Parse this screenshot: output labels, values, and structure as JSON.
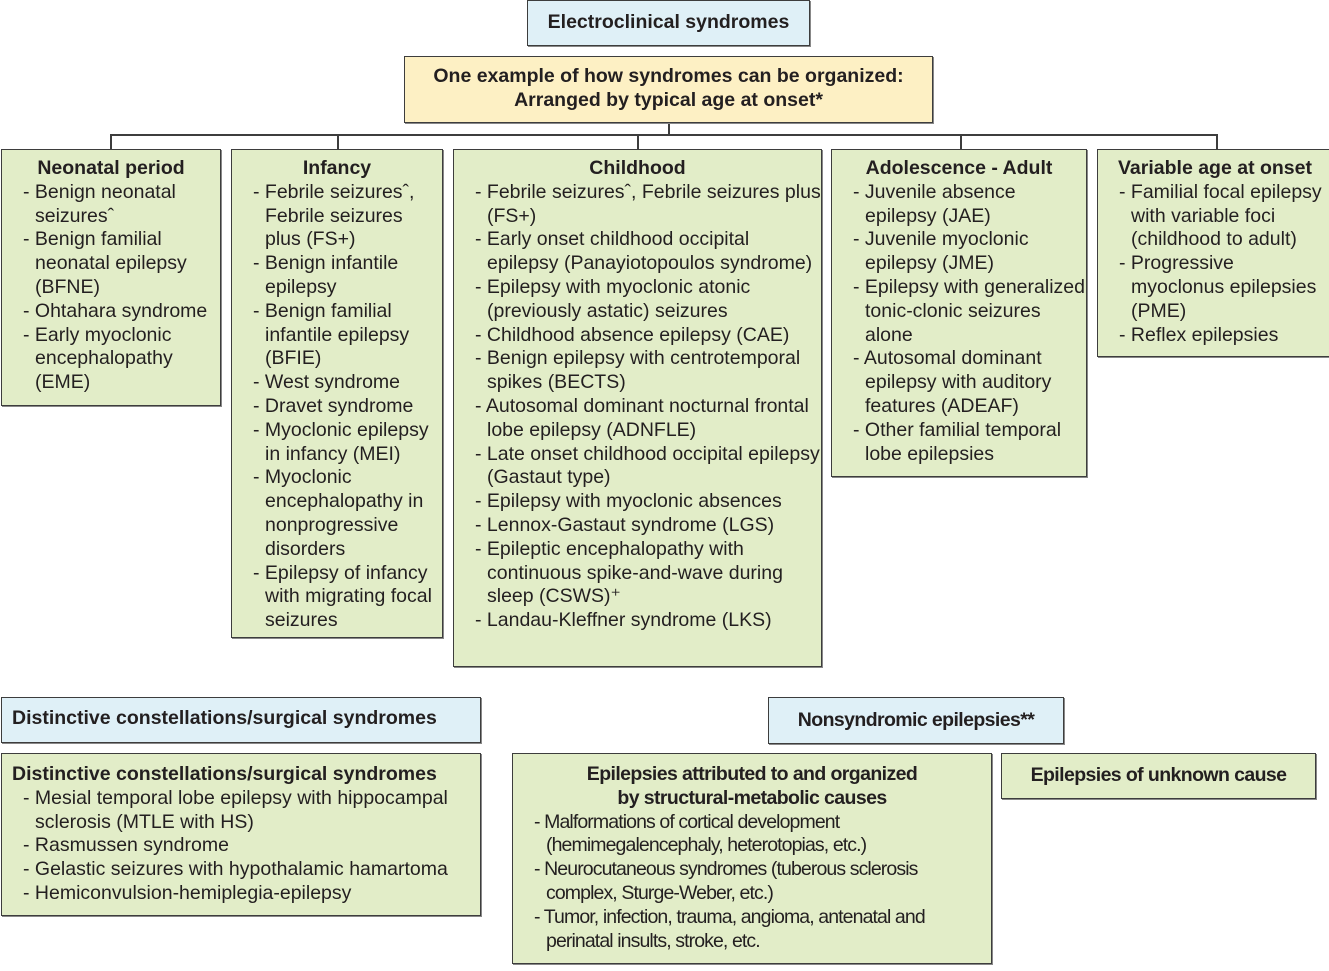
{
  "title": "Electroclinical syndromes",
  "subtitle": {
    "line1": "One example of how syndromes can be organized:",
    "line2": "Arranged by typical age at onset*"
  },
  "age_groups": [
    {
      "heading": "Neonatal period",
      "items": [
        "Benign neonatal seizuresˆ",
        "Benign familial neonatal epilepsy (BFNE)",
        "Ohtahara syndrome",
        "Early myoclonic encephalopathy (EME)"
      ]
    },
    {
      "heading": "Infancy",
      "items": [
        "Febrile seizuresˆ, Febrile seizures plus (FS+)",
        "Benign infantile epilepsy",
        "Benign familial infantile epilepsy (BFIE)",
        "West syndrome",
        "Dravet syndrome",
        "Myoclonic epilepsy in infancy (MEI)",
        "Myoclonic encephalopathy in nonprogressive disorders",
        "Epilepsy of infancy with migrating focal seizures"
      ]
    },
    {
      "heading": "Childhood",
      "items": [
        "Febrile seizuresˆ, Febrile seizures plus (FS+)",
        "Early onset childhood occipital epilepsy (Panayiotopoulos syndrome)",
        "Epilepsy with myoclonic atonic (previously astatic) seizures",
        "Childhood absence epilepsy (CAE)",
        "Benign epilepsy with centrotemporal spikes (BECTS)",
        "Autosomal dominant nocturnal frontal lobe epilepsy (ADNFLE)",
        "Late onset childhood occipital epilepsy (Gastaut type)",
        "Epilepsy with myoclonic absences",
        "Lennox-Gastaut syndrome (LGS)",
        "Epileptic encephalopathy with continuous spike-and-wave during sleep (CSWS)⁺",
        "Landau-Kleffner syndrome (LKS)"
      ]
    },
    {
      "heading": "Adolescence - Adult",
      "items": [
        "Juvenile absence epilepsy (JAE)",
        "Juvenile myoclonic epilepsy (JME)",
        "Epilepsy with generalized tonic-clonic seizures alone",
        "Autosomal dominant epilepsy with auditory features (ADEAF)",
        "Other familial temporal lobe epilepsies"
      ]
    },
    {
      "heading": "Variable age at onset",
      "items": [
        "Familial focal epilepsy with variable foci (childhood to adult)",
        "Progressive myoclonus epilepsies (PME)",
        "Reflex epilepsies"
      ]
    }
  ],
  "distinctive": {
    "header": "Distinctive constellations/surgical syndromes",
    "heading": "Distinctive constellations/surgical syndromes",
    "items": [
      "Mesial temporal lobe epilepsy with hippocampal sclerosis (MTLE with HS)",
      "Rasmussen syndrome",
      "Gelastic seizures with hypothalamic hamartoma",
      "Hemiconvulsion-hemiplegia-epilepsy"
    ]
  },
  "nonsyndromic": {
    "header": "Nonsyndromic epilepsies**",
    "structural": {
      "heading_line1": "Epilepsies attributed to and organized",
      "heading_line2": "by structural-metabolic causes",
      "items": [
        "Malformations of cortical development (hemimegalencephaly, heterotopias, etc.)",
        "Neurocutaneous syndromes (tuberous sclerosis complex, Sturge-Weber, etc.)",
        "Tumor, infection, trauma, angioma, antenatal and perinatal insults, stroke, etc."
      ]
    },
    "unknown": {
      "heading": "Epilepsies of unknown cause"
    }
  },
  "colors": {
    "root_box": "#dff0f7",
    "organizer_box": "#fdf0c4",
    "category_box": "#e2edc8",
    "border": "#3d3d3d",
    "text": "#231f20"
  }
}
